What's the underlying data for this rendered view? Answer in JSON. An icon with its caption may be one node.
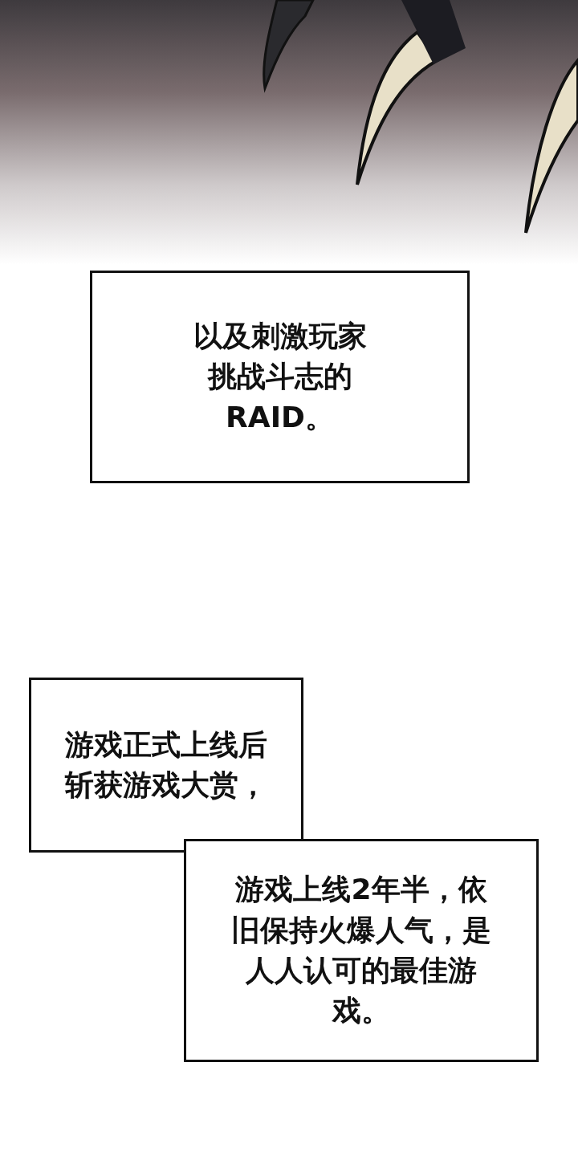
{
  "diagram": {
    "nodes": [
      {
        "text": [
          "以及刺激玩家挑战斗志的RAID。"
        ]
      },
      {
        "text": [
          "游戏正式上线后斩获游戏大赏，"
        ]
      },
      {
        "text": [
          "游戏上线2年半，依旧保持火爆人气，是人人认可的最佳游戏。"
        ]
      }
    ]
  }
}
